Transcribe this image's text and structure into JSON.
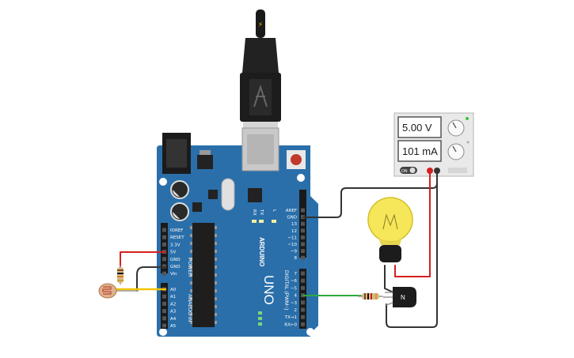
{
  "board": {
    "brand": "ARDUINO",
    "model": "UNO",
    "power_label": "POWER",
    "analog_label": "ANALOG IN",
    "digital_label": "DIGITAL (PWM~)",
    "power_pins": [
      "IOREF",
      "RESET",
      "3.3V",
      "5V",
      "GND",
      "GND",
      "Vin"
    ],
    "analog_pins": [
      "A0",
      "A1",
      "A2",
      "A3",
      "A4",
      "A5"
    ],
    "digital_top": [
      "AREF",
      "GND",
      "13",
      "12",
      "~11",
      "~10",
      "~9",
      "8"
    ],
    "digital_bottom": [
      "7",
      "~6",
      "~5",
      "4",
      "~3",
      "2",
      "TX→1",
      "RX←0"
    ],
    "led_labels": [
      "RX",
      "TX",
      "L"
    ]
  },
  "power_supply": {
    "voltage": "5.00 V",
    "current": "101 mA",
    "switch_label": "ON"
  },
  "transistor_label": "N",
  "colors": {
    "board": "#2a6faa",
    "wire_red": "#d42020",
    "wire_black": "#333333",
    "wire_green": "#2eaa3e",
    "wire_yellow": "#f2c400",
    "bulb": "#f6e65a"
  }
}
